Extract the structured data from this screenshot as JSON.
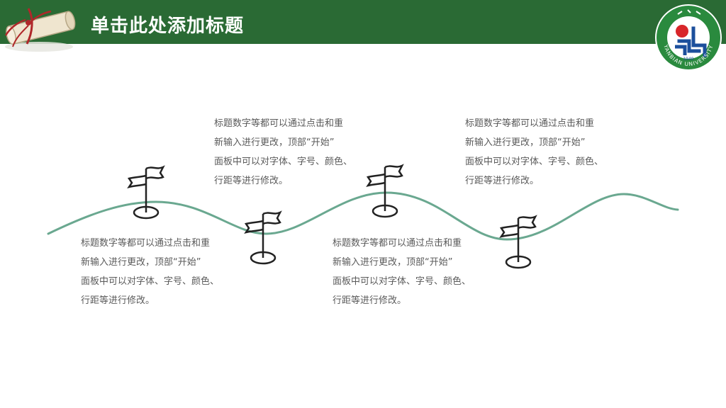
{
  "header": {
    "title": "单击此处添加标题",
    "background_color": "#2a6a34"
  },
  "logo": {
    "icon": "university-seal-icon",
    "text_english": "YANBIAN UNIVERSITY",
    "year": "1949",
    "colors": {
      "ring": "#2a8a3e",
      "sun": "#d8262a",
      "mark": "#1c4f9c"
    }
  },
  "wave": {
    "color": "#6aa890"
  },
  "text_blocks": [
    {
      "lines": [
        "标题数字等都可以通过点击和重",
        "新输入进行更改，顶部“开始”",
        "面板中可以对字体、字号、颜色、",
        "行距等进行修改。"
      ]
    },
    {
      "lines": [
        "标题数字等都可以通过点击和重",
        "新输入进行更改，顶部“开始”",
        "面板中可以对字体、字号、颜色、",
        "行距等进行修改。"
      ]
    },
    {
      "lines": [
        "标题数字等都可以通过点击和重",
        "新输入进行更改，顶部“开始”",
        "面板中可以对字体、字号、颜色、",
        "行距等进行修改。"
      ]
    },
    {
      "lines": [
        "标题数字等都可以通过点击和重",
        "新输入进行更改，顶部“开始”",
        "面板中可以对字体、字号、颜色、",
        "行距等进行修改。"
      ]
    }
  ]
}
